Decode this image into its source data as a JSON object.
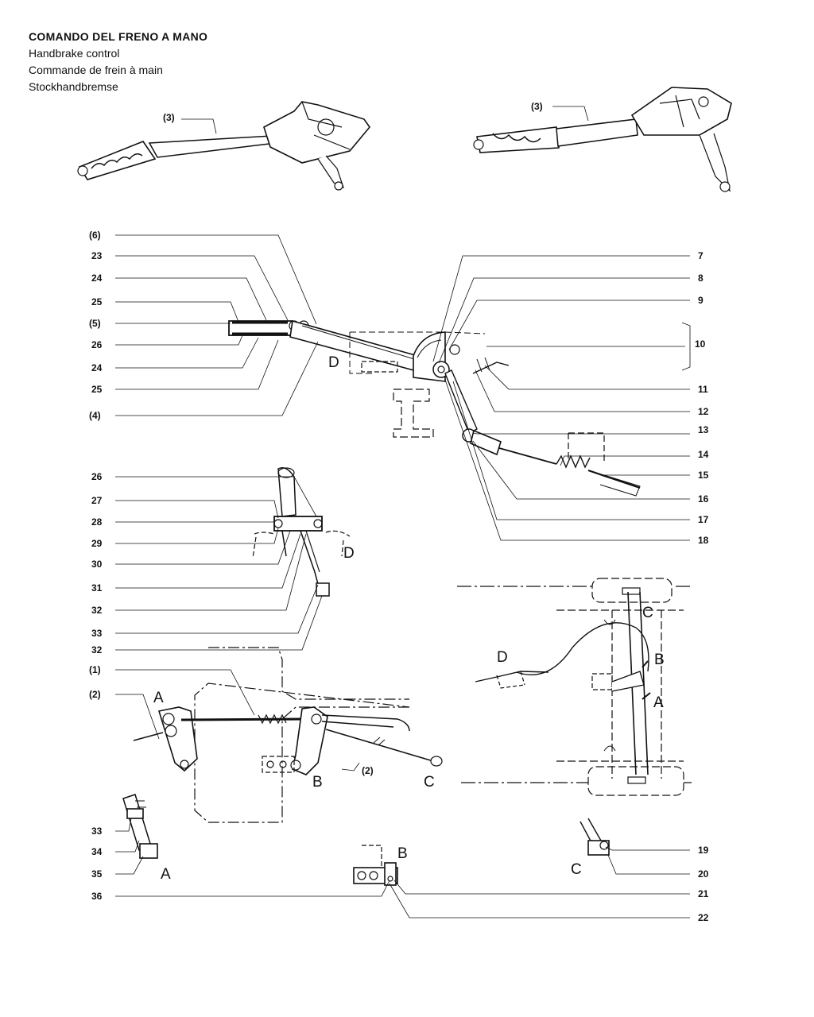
{
  "title": {
    "it": "COMANDO DEL FRENO A MANO",
    "en": "Handbrake control",
    "fr": "Commande de frein à main",
    "de": "Stockhandbremse"
  },
  "callouts": {
    "c3a": "(3)",
    "c3b": "(3)",
    "c6": "(6)",
    "c23": "23",
    "c24a": "24",
    "c25a": "25",
    "c5": "(5)",
    "c26a": "26",
    "c24b": "24",
    "c25b": "25",
    "c4": "(4)",
    "c7": "7",
    "c8": "8",
    "c9": "9",
    "c10": "10",
    "c11": "11",
    "c12": "12",
    "c13": "13",
    "c14": "14",
    "c15": "15",
    "c16": "16",
    "c17": "17",
    "c18": "18",
    "c26b": "26",
    "c27": "27",
    "c28": "28",
    "c29": "29",
    "c30": "30",
    "c31": "31",
    "c32a": "32",
    "c33a": "33",
    "c32b": "32",
    "c1": "(1)",
    "c2a": "(2)",
    "c2b": "(2)",
    "c33b": "33",
    "c34": "34",
    "c35": "35",
    "c36": "36",
    "c19": "19",
    "c20": "20",
    "c21": "21",
    "c22": "22"
  },
  "letters": {
    "D1": "D",
    "D2": "D",
    "D3": "D",
    "A1": "A",
    "A2": "A",
    "A3": "A",
    "B1": "B",
    "B2": "B",
    "B3": "B",
    "C1": "C",
    "C2": "C",
    "C3": "C"
  }
}
